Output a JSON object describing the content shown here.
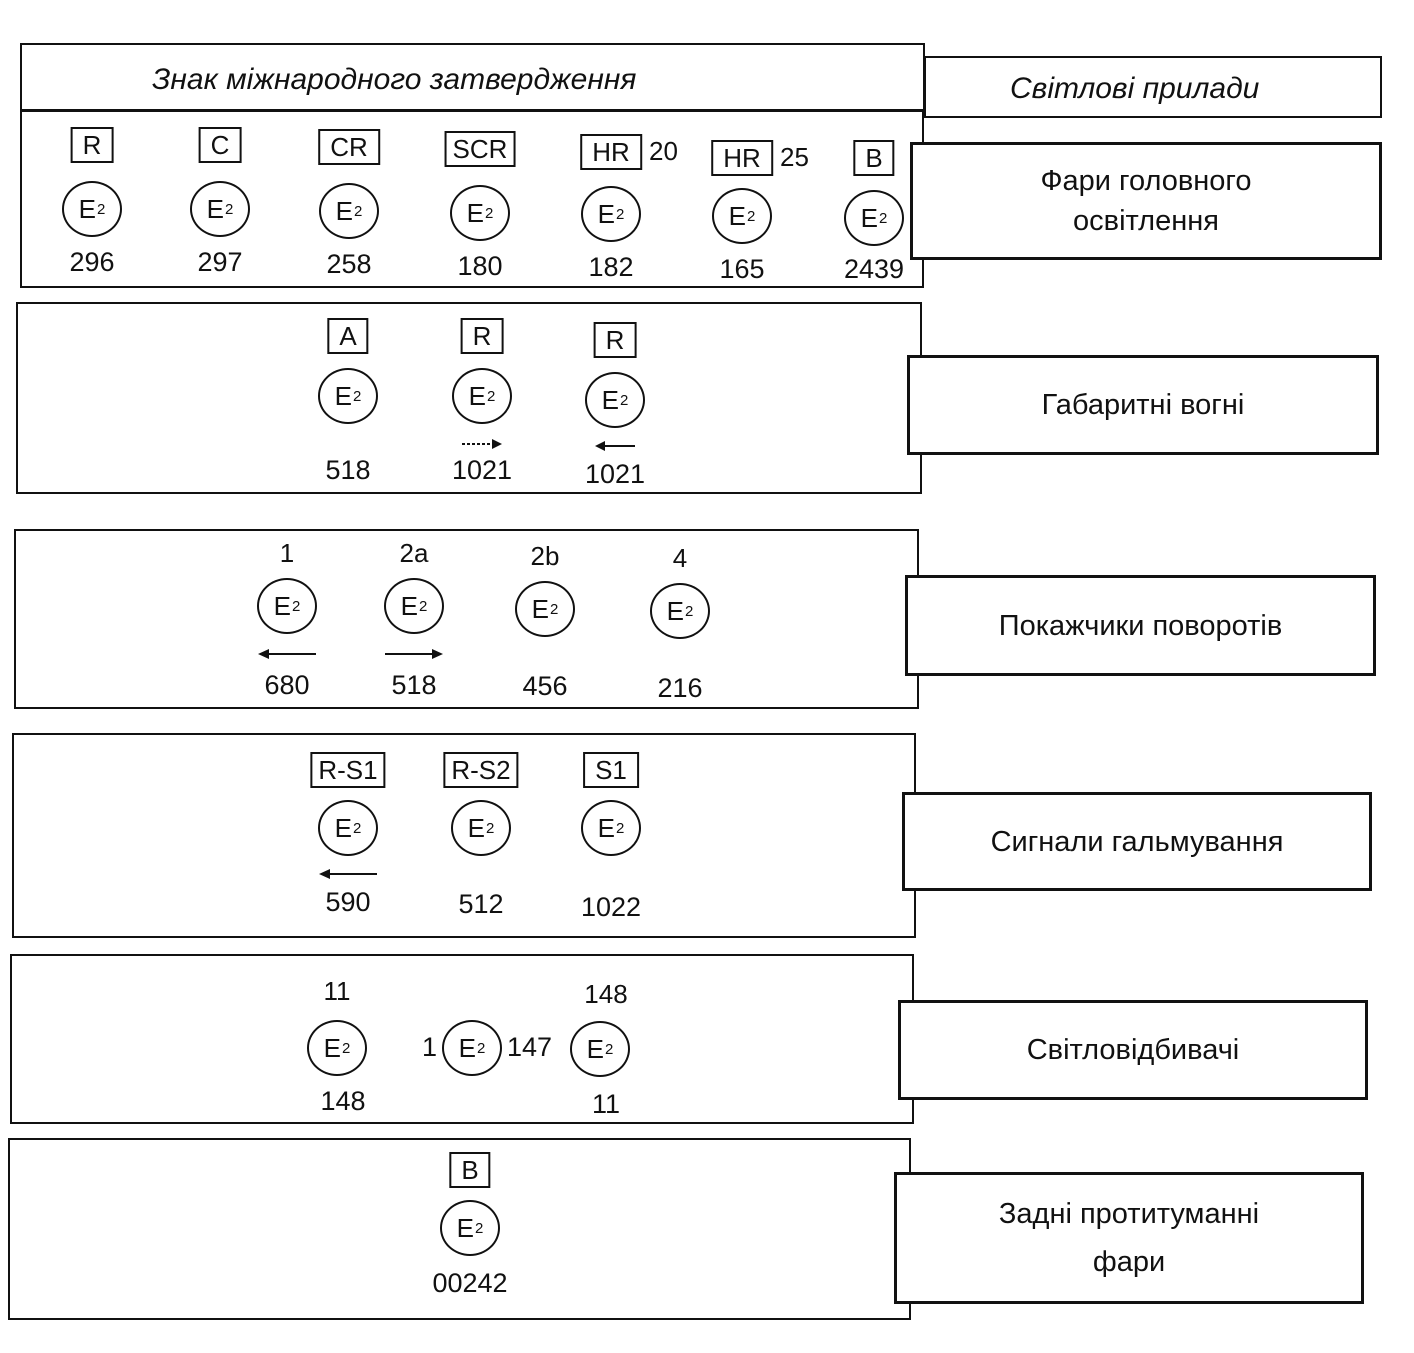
{
  "header": {
    "left_title": "Знак міжнародного затвердження",
    "right_title": "Світлові прилади"
  },
  "circle_mark": {
    "letter": "E",
    "index": "2"
  },
  "rows": [
    {
      "device": "Фари головного освітлення",
      "marks": [
        {
          "code": "R",
          "number": "296"
        },
        {
          "code": "C",
          "number": "297"
        },
        {
          "code": "CR",
          "number": "258"
        },
        {
          "code": "SCR",
          "number": "180"
        },
        {
          "code": "HR",
          "suffix": "20",
          "number": "182"
        },
        {
          "code": "HR",
          "suffix": "25",
          "number": "165"
        },
        {
          "code": "B",
          "number": "2439"
        }
      ]
    },
    {
      "device": "Габаритні вогні",
      "marks": [
        {
          "code": "A",
          "number": "518"
        },
        {
          "code": "R",
          "number": "1021",
          "arrow": "right"
        },
        {
          "code": "R",
          "number": "1021",
          "arrow": "left"
        }
      ]
    },
    {
      "device": "Покажчики поворотів",
      "marks": [
        {
          "category": "1",
          "number": "680",
          "arrow": "left"
        },
        {
          "category": "2a",
          "number": "518",
          "arrow": "right"
        },
        {
          "category": "2b",
          "number": "456"
        },
        {
          "category": "4",
          "number": "216"
        }
      ]
    },
    {
      "device": "Сигнали гальмування",
      "marks": [
        {
          "code": "R-S1",
          "number": "590",
          "arrow": "left"
        },
        {
          "code": "R-S2",
          "number": "512"
        },
        {
          "code": "S1",
          "number": "1022"
        }
      ]
    },
    {
      "device": "Світловідбивачі",
      "marks": [
        {
          "top": "11",
          "bottom": "148"
        },
        {
          "prefix": "1",
          "suffix": "147"
        },
        {
          "top": "148",
          "bottom": "11"
        }
      ]
    },
    {
      "device": "Задні протитуманні фари",
      "marks": [
        {
          "code": "B",
          "number": "00242"
        }
      ]
    }
  ]
}
